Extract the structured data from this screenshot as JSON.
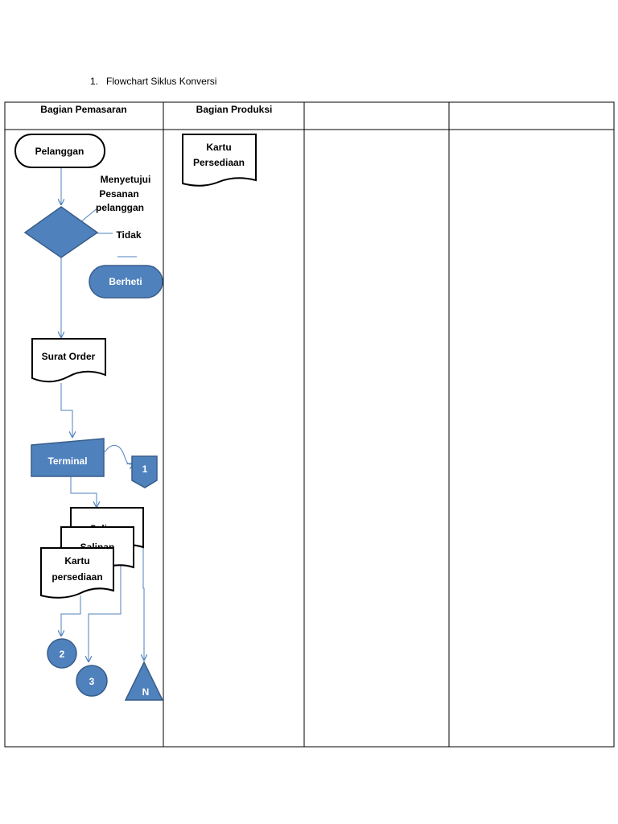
{
  "heading": {
    "number": "1.",
    "text": "Flowchart Siklus Konversi"
  },
  "columns": [
    "Bagian Pemasaran",
    "Bagian Produksi",
    "",
    ""
  ],
  "nodes": {
    "pelanggan": "Pelanggan",
    "approval_question": [
      "Menyetujui",
      "Pesanan",
      "pelanggan"
    ],
    "tidak": "Tidak",
    "berhenti": "Berheti",
    "surat_order": "Surat Order",
    "terminal": "Terminal",
    "connector_1": "1",
    "salinan_a": "Salinan",
    "salinan_b": "Salinan",
    "kartu_persediaan_doc": [
      "Kartu",
      "persediaan"
    ],
    "connector_2": "2",
    "connector_3": "3",
    "file_n": "N",
    "kartu_persediaan_produksi": [
      "Kartu",
      "Persediaan"
    ]
  },
  "colors": {
    "shape_fill": "#4f81bd",
    "shape_stroke": "#385d8a",
    "line": "#4f81bd",
    "border": "#000000"
  }
}
